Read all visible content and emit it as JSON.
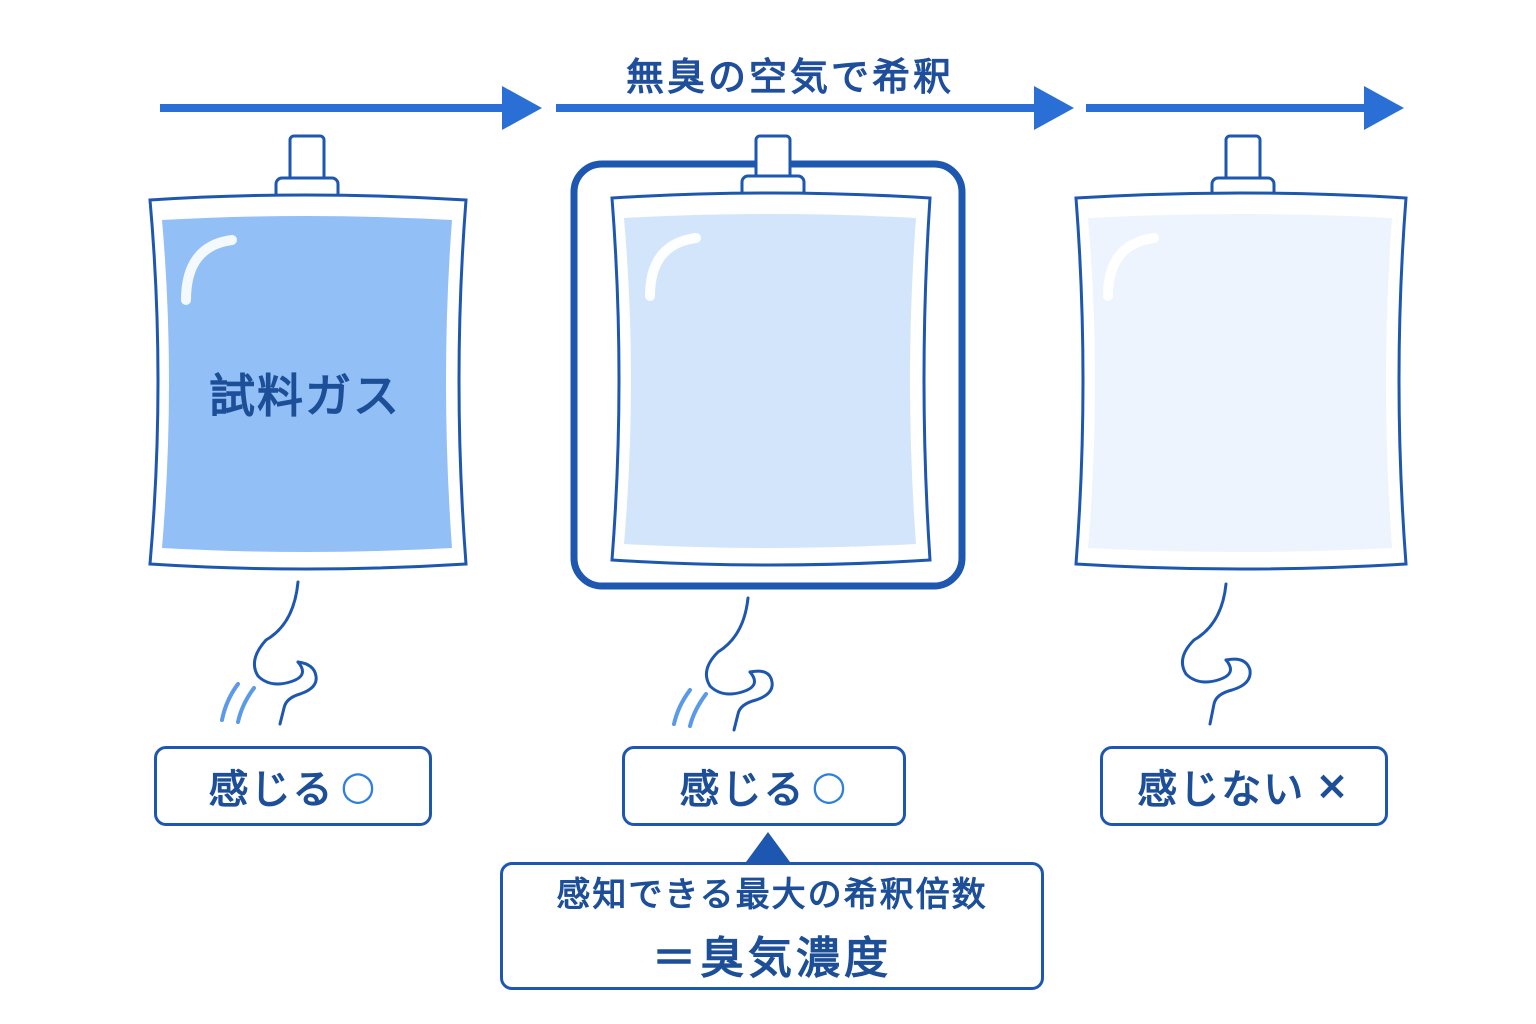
{
  "title": "無臭の空気で希釈",
  "bags": [
    {
      "label": "試料ガス",
      "result_text": "感じる",
      "result_mark": "○",
      "fill": "#92c0f6",
      "highlighted": false
    },
    {
      "label": "",
      "result_text": "感じる",
      "result_mark": "○",
      "fill": "#d3e5fa",
      "highlighted": true
    },
    {
      "label": "",
      "result_text": "感じない",
      "result_mark": "×",
      "fill": "#eef4fd",
      "highlighted": false
    }
  ],
  "note": {
    "line1": "感知できる最大の希釈倍数",
    "line2": "＝臭気濃度"
  },
  "icons": [
    "arrow-right-icon",
    "bag-icon",
    "nose-icon",
    "sniff-waves-icon",
    "pointer-triangle-icon"
  ],
  "colors": {
    "outline": "#1e57b0",
    "arrow": "#2a6fd6",
    "text": "#1d4e98",
    "mark": "#2f7fe0"
  }
}
